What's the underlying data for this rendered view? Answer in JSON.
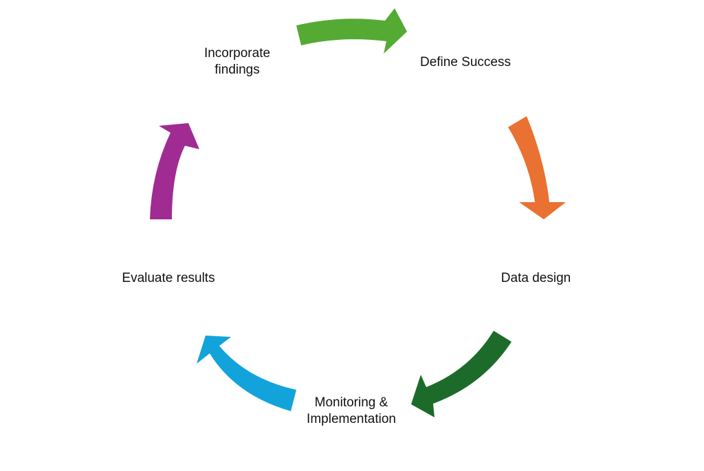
{
  "stages": {
    "incorporate": {
      "line1": "Incorporate",
      "line2": "findings"
    },
    "define": {
      "line1": "Define Success"
    },
    "data": {
      "line1": "Data design"
    },
    "monitoring": {
      "line1": "Monitoring &",
      "line2": "Implementation"
    },
    "evaluate": {
      "line1": "Evaluate results"
    }
  },
  "arrow_colors": {
    "incorporate_to_define": "#55AA33",
    "define_to_data": "#E97132",
    "data_to_monitoring": "#1C6B2A",
    "monitoring_to_evaluate": "#12A3DA",
    "evaluate_to_incorporate": "#A02B93"
  }
}
